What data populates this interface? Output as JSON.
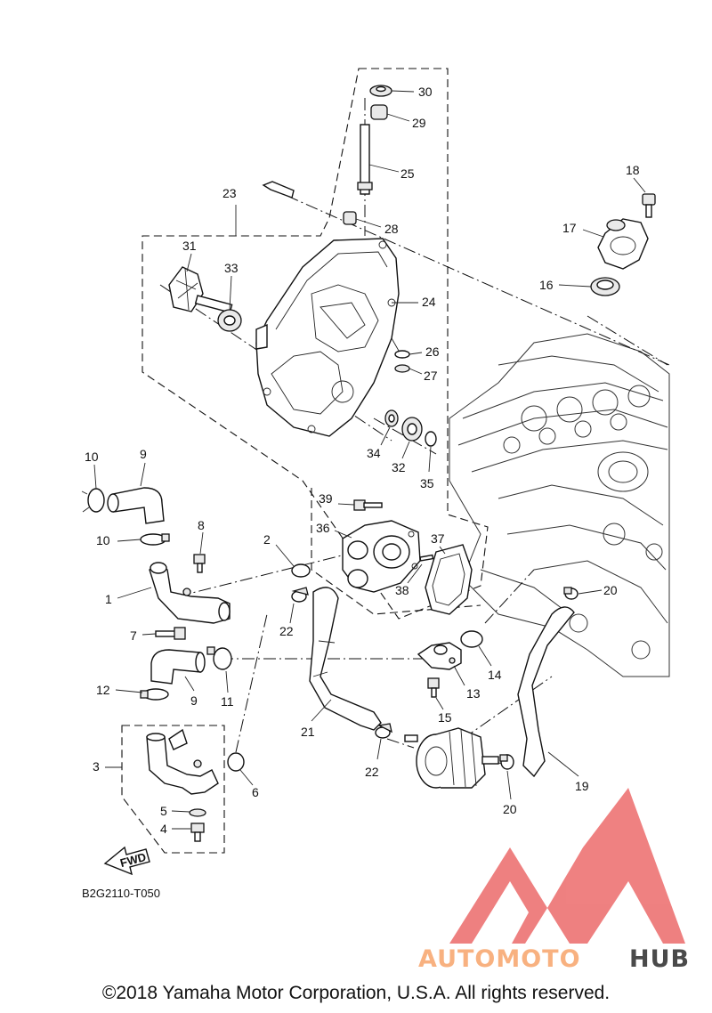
{
  "diagram": {
    "part_numbers": [
      "1",
      "2",
      "3",
      "4",
      "5",
      "7",
      "8",
      "9",
      "10",
      "11",
      "12",
      "13",
      "14",
      "15",
      "16",
      "17",
      "18",
      "19",
      "20",
      "21",
      "22",
      "23",
      "24",
      "25",
      "26",
      "27",
      "28",
      "29",
      "30",
      "31",
      "32",
      "33",
      "34",
      "35",
      "36",
      "37",
      "38",
      "39"
    ],
    "labels": {
      "p1": "1",
      "p2": "2",
      "p3": "3",
      "p4": "4",
      "p5": "5",
      "p6": "6",
      "p7": "7",
      "p8": "8",
      "p9a": "9",
      "p9b": "9",
      "p10a": "10",
      "p10b": "10",
      "p11": "11",
      "p12": "12",
      "p13": "13",
      "p14": "14",
      "p15": "15",
      "p16": "16",
      "p17": "17",
      "p18": "18",
      "p19": "19",
      "p20a": "20",
      "p20b": "20",
      "p21": "21",
      "p22a": "22",
      "p22b": "22",
      "p23": "23",
      "p24": "24",
      "p25": "25",
      "p26": "26",
      "p27": "27",
      "p28": "28",
      "p29": "29",
      "p30": "30",
      "p31": "31",
      "p32": "32",
      "p33": "33",
      "p34": "34",
      "p35": "35",
      "p36": "36",
      "p37": "37",
      "p38": "38",
      "p39": "39"
    },
    "fwd_badge": "FWD",
    "drawing_code": "B2G2110-T050",
    "copyright": "©2018 Yamaha Motor Corporation, U.S.A. All rights reserved."
  },
  "watermark": {
    "text_part1": "AUTOMOTO",
    "text_part2": "HUB",
    "colors": {
      "triangle": "#ec6b6b",
      "text_part1": "#f7a46a",
      "text_part2": "#2b2b2b"
    }
  }
}
